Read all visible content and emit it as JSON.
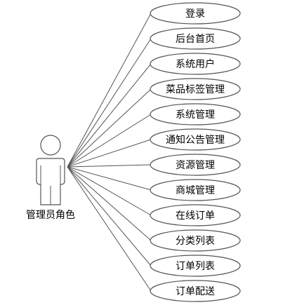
{
  "actor": {
    "name": "管理员角色"
  },
  "use_cases": [
    "登录",
    "后台首页",
    "系统用户",
    "菜品标签管理",
    "系统管理",
    "通知公告管理",
    "资源管理",
    "商城管理",
    "在线订单",
    "分类列表",
    "订单列表",
    "订单配送"
  ],
  "colors": {
    "stroke": "#555555",
    "fill": "#ffffff"
  }
}
